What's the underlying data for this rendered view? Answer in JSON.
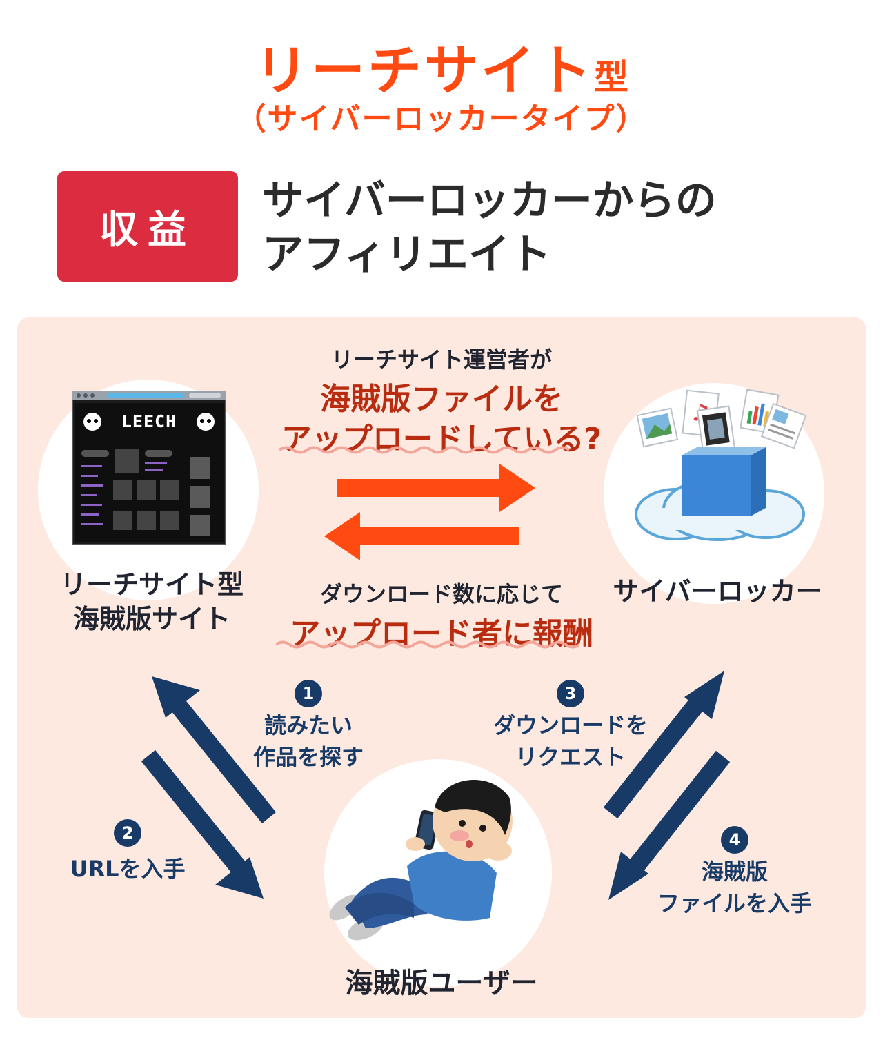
{
  "title": {
    "main": "リーチサイト",
    "main_suffix": "型",
    "sub": "（サイバーロッカータイプ）"
  },
  "badge": {
    "label": "収益"
  },
  "revenue": {
    "line1": "サイバーロッカーからの",
    "line2": "アフィリエイト"
  },
  "leech_site": {
    "logo_text": "LEECH",
    "label_line1": "リーチサイト型",
    "label_line2": "海賊版サイト"
  },
  "cyberlocker": {
    "label": "サイバーロッカー"
  },
  "upload_note": {
    "line1": "リーチサイト運営者が",
    "line2": "海賊版ファイルを",
    "line3": "アップロードしている?"
  },
  "reward_note": {
    "line1": "ダウンロード数に応じて",
    "line2": "アップロード者に報酬"
  },
  "user": {
    "label": "海賊版ユーザー"
  },
  "steps": [
    {
      "num": "1",
      "line1": "読みたい",
      "line2": "作品を探す"
    },
    {
      "num": "2",
      "line1": "URLを入手",
      "line2": ""
    },
    {
      "num": "3",
      "line1": "ダウンロードを",
      "line2": "リクエスト"
    },
    {
      "num": "4",
      "line1": "海賊版",
      "line2": "ファイルを入手"
    }
  ],
  "colors": {
    "title": "#ff4a12",
    "badge": "#dc2d40",
    "panel": "#fde9e0",
    "orange_arrow": "#ff4a12",
    "navy_arrow": "#183a66",
    "emphasis": "#ba2c10"
  }
}
